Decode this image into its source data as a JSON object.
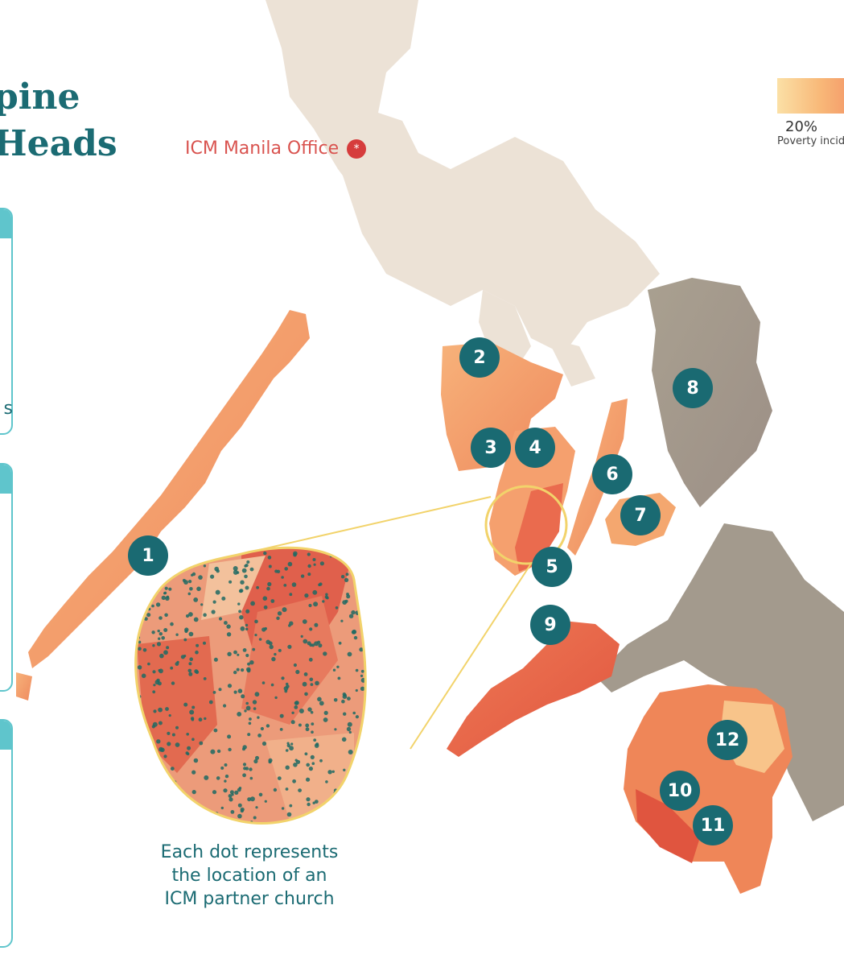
{
  "title": {
    "line1": "pine",
    "line2": "Heads"
  },
  "office_label": "ICM Manila Office",
  "office_symbol": "*",
  "legend": {
    "value": "20%",
    "caption": "Poverty incid"
  },
  "card_fragment": "s",
  "inset_caption": "Each dot represents the location of an ICM partner church",
  "markers": [
    "1",
    "2",
    "3",
    "4",
    "5",
    "6",
    "7",
    "8",
    "9",
    "10",
    "11",
    "12"
  ],
  "colors": {
    "teal": "#1a6a72",
    "accent_red": "#d63c3c",
    "land_neutral": "#ece2d6",
    "poverty_low": "#fbe0a6",
    "poverty_high": "#e0553f"
  }
}
